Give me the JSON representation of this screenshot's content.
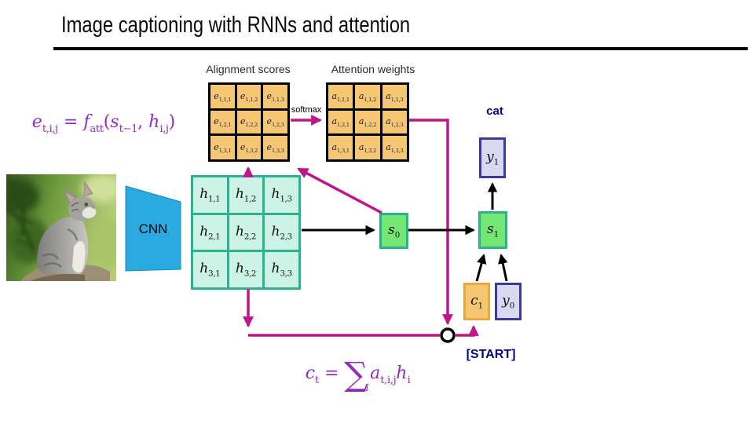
{
  "slide": {
    "title": "Image captioning with RNNs and attention",
    "labels": {
      "alignment_scores": "Alignment scores",
      "attention_weights": "Attention weights",
      "softmax": "softmax",
      "cnn": "CNN",
      "predicted_word": "cat",
      "start_token": "[START]"
    },
    "colors": {
      "arrow_magenta": "#C0168C",
      "formula_purple": "#942DBD",
      "grid_cell_orange": "#F5C773",
      "grid_teal_border": "#29B391",
      "grid_teal_fill": "#CDF2E6",
      "state_green": "#74E674",
      "word_lavender": "#D9D9F2",
      "word_border_navy": "#3A3A9E",
      "context_border_orange": "#E8A93C",
      "cnn_blue": "#29ABE2",
      "label_navy": "#00008B"
    }
  },
  "formulas": {
    "alignment": {
      "e": "e",
      "e_sub": "t,i,j",
      "eq": " = ",
      "f": "f",
      "f_sub": "att",
      "open": "(",
      "s": "s",
      "s_sub": "t−1",
      "comma": ", ",
      "h": "h",
      "h_sub": "i,j",
      "close": ")"
    },
    "context": {
      "c": "c",
      "c_sub": "t",
      "eq": " = ",
      "sigma": "∑",
      "sigma_sub": "i",
      "a": "a",
      "a_sub": "t,i,j",
      "h": "h",
      "h_sub": "i"
    }
  },
  "grids": {
    "alignment": {
      "base": "e",
      "subs": [
        "1,1,1",
        "1,1,2",
        "1,1,3",
        "1,2,1",
        "1,2,2",
        "1,2,3",
        "1,3,1",
        "1,3,2",
        "1,3,3"
      ]
    },
    "attention": {
      "base": "a",
      "subs": [
        "1,1,1",
        "1,1,2",
        "1,1,3",
        "1,2,1",
        "1,2,2",
        "1,2,3",
        "1,3,1",
        "1,3,2",
        "1,3,3"
      ]
    },
    "features": {
      "base": "h",
      "subs": [
        "1,1",
        "1,2",
        "1,3",
        "2,1",
        "2,2",
        "2,3",
        "3,1",
        "3,2",
        "3,3"
      ]
    }
  },
  "boxes": {
    "s0": {
      "base": "s",
      "sub": "0"
    },
    "s1": {
      "base": "s",
      "sub": "1"
    },
    "y1": {
      "base": "y",
      "sub": "1"
    },
    "c1": {
      "base": "c",
      "sub": "1"
    },
    "y0": {
      "base": "y",
      "sub": "0"
    }
  }
}
